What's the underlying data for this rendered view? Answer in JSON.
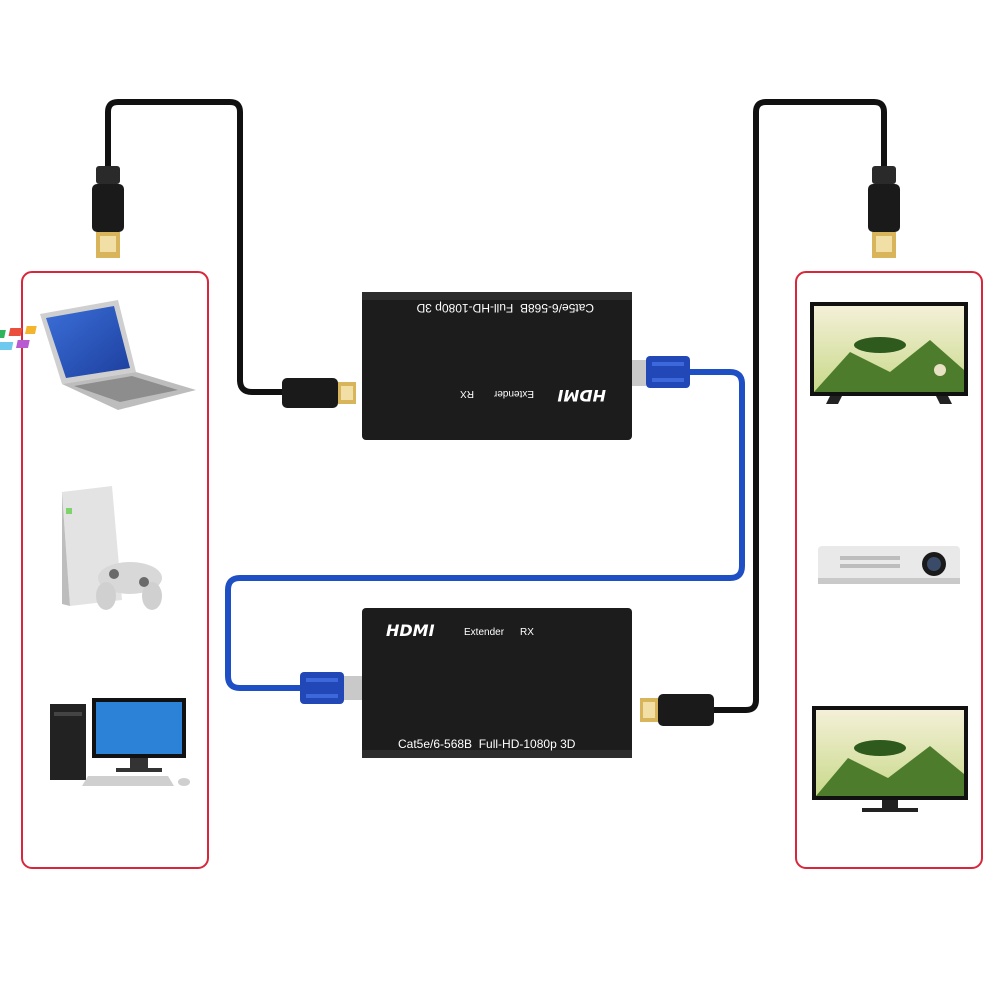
{
  "colors": {
    "frame": "#d9263a",
    "hdmi_cable": "#111111",
    "network_cable": "#1f4fc4",
    "box": "#1c1c1c",
    "connector_gold": "#d8b45a"
  },
  "transmitter_unit": {
    "brand": "HDMI",
    "product_label": "Extender",
    "mode_label": "RX",
    "spec_label": "Cat5e/6-568B  Full-HD-1080p 3D",
    "orientation": "upside-down"
  },
  "receiver_unit": {
    "brand": "HDMI",
    "product_label": "Extender",
    "mode_label": "RX",
    "spec_label": "Cat5e/6-568B  Full-HD-1080p 3D"
  },
  "source_devices": [
    "laptop-icon",
    "game-console-icon",
    "desktop-pc-icon"
  ],
  "display_devices": [
    "tv-icon",
    "projector-icon",
    "monitor-icon"
  ]
}
